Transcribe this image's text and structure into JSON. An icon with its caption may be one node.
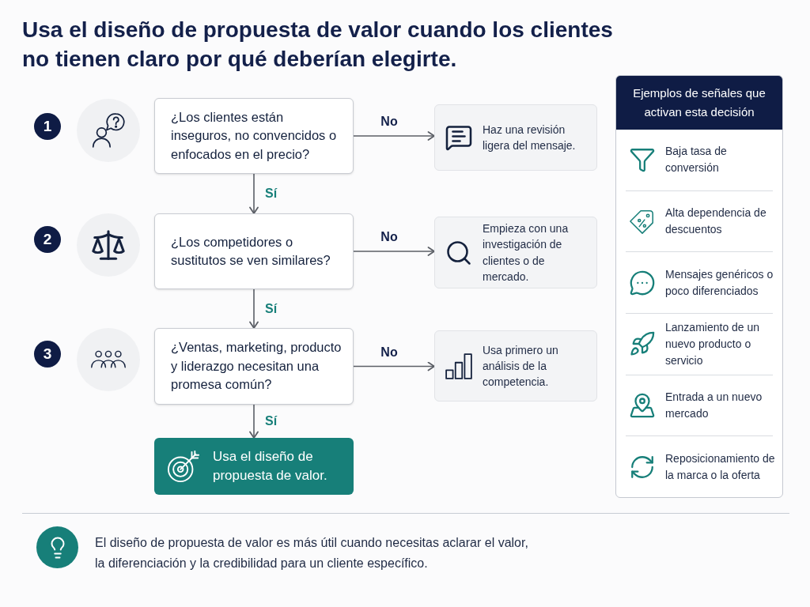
{
  "diagram": {
    "title": "Usa el diseño de propuesta de valor cuando los clientes no tienen claro por qué deberían elegirte.",
    "nodes": [
      {
        "text": [
          "1"
        ]
      },
      {
        "text": [
          "¿Los clientes están inseguros, no convencidos o enfocados en el precio?"
        ]
      },
      {
        "text": [
          "Haz una revisión ligera del mensaje."
        ]
      },
      {
        "text": [
          "2"
        ]
      },
      {
        "text": [
          "¿Los competidores o sustitutos se ven similares?"
        ]
      },
      {
        "text": [
          "Empieza con una investigación de clientes o de mercado."
        ]
      },
      {
        "text": [
          "3"
        ]
      },
      {
        "text": [
          "¿Ventas, marketing, producto y liderazgo necesitan una promesa común?"
        ]
      },
      {
        "text": [
          "Usa primero un análisis de la competencia."
        ]
      },
      {
        "text": [
          "Usa el diseño de propuesta de valor."
        ]
      },
      {
        "text": [
          "Ejemplos de señales que activan esta decisión",
          "Baja tasa de conversión",
          "Alta dependencia de descuentos",
          "Mensajes genéricos o poco diferenciados",
          "Lanzamiento de un nuevo producto o servicio",
          "Entrada a un nuevo mercado",
          "Reposicionamiento de la marca o la oferta"
        ]
      }
    ],
    "edges": [
      {
        "from": 1,
        "to": 2,
        "arrow": "to",
        "label": "No"
      },
      {
        "from": 1,
        "to": 4,
        "arrow": "to",
        "label": "Sí"
      },
      {
        "from": 4,
        "to": 5,
        "arrow": "to",
        "label": "No"
      },
      {
        "from": 4,
        "to": 7,
        "arrow": "to",
        "label": "Sí"
      },
      {
        "from": 7,
        "to": 8,
        "arrow": "to",
        "label": "No"
      },
      {
        "from": 7,
        "to": 9,
        "arrow": "to",
        "label": "Sí"
      }
    ],
    "labels": [
      "El diseño de propuesta de valor es más útil cuando necesitas aclarar el valor, la diferenciación y la credibilidad para un cliente específico."
    ]
  }
}
